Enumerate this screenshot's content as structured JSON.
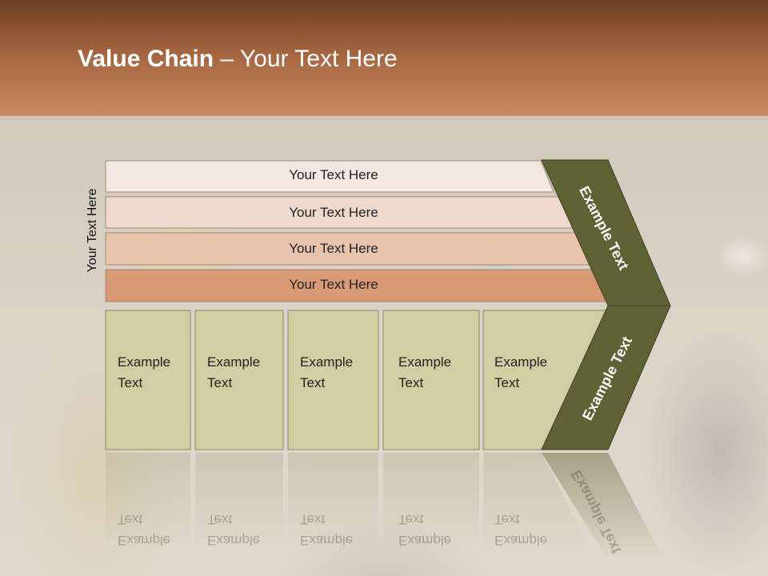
{
  "slide": {
    "title_bold": "Value Chain",
    "title_rest": " – Your Text Here",
    "side_label": "Your Text Here"
  },
  "rows": [
    {
      "label": "Your Text Here",
      "color": "#f3e8e1"
    },
    {
      "label": "Your Text Here",
      "color": "#efd9cc"
    },
    {
      "label": "Your Text Here",
      "color": "#e8c4ac"
    },
    {
      "label": "Your Text Here",
      "color": "#d99a75"
    }
  ],
  "boxes": [
    {
      "label": "Example\nText"
    },
    {
      "label": "Example\nText"
    },
    {
      "label": "Example\nText"
    },
    {
      "label": "Example\nText"
    },
    {
      "label": "Example\nText"
    }
  ],
  "chevrons": {
    "upper_label": "Example Text",
    "lower_label": "Example Text",
    "color": "#5f6235"
  },
  "colors": {
    "header_top": "#6e3f22",
    "header_bottom": "#c98a62",
    "box_fill": "#cfcfa3",
    "box_border": "#8a8a6a"
  }
}
